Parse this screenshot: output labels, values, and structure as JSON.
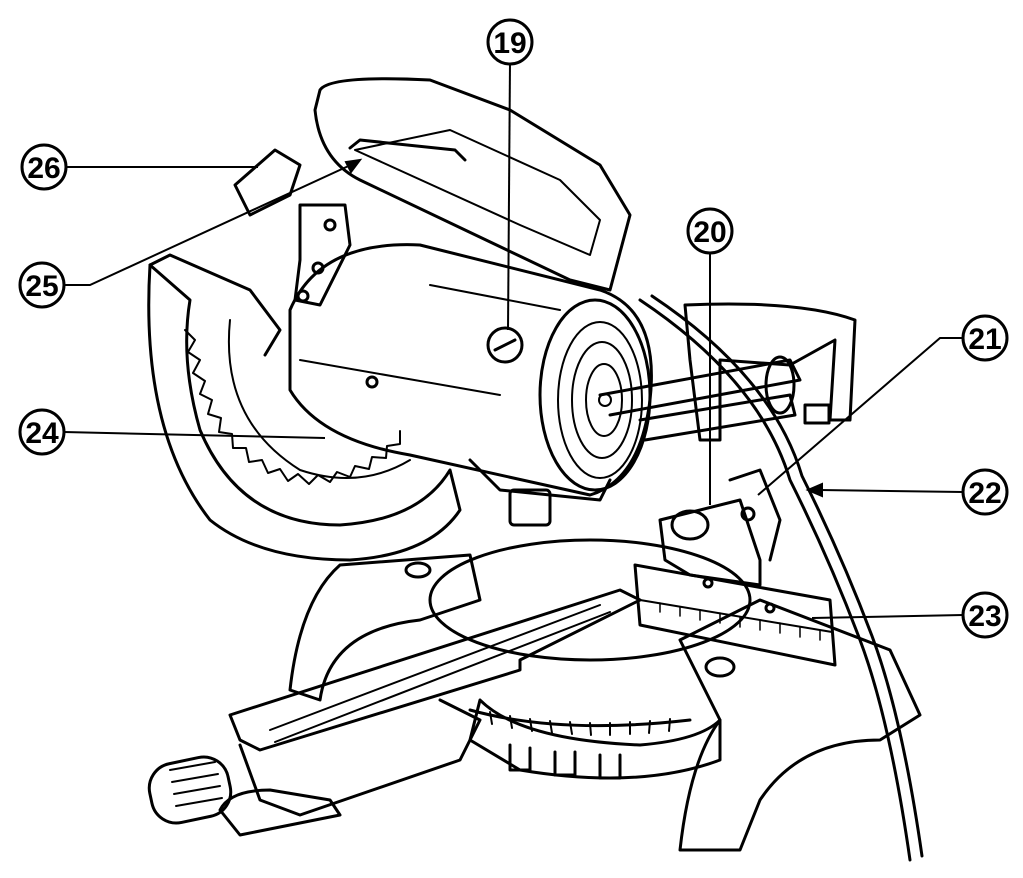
{
  "diagram": {
    "type": "exploded-parts-callout",
    "subject_icon": "miter-saw-icon",
    "line_color": "#000000",
    "background": "#ffffff",
    "callouts": [
      {
        "id": "c19",
        "label": "19"
      },
      {
        "id": "c20",
        "label": "20"
      },
      {
        "id": "c21",
        "label": "21"
      },
      {
        "id": "c22",
        "label": "22"
      },
      {
        "id": "c23",
        "label": "23"
      },
      {
        "id": "c24",
        "label": "24"
      },
      {
        "id": "c25",
        "label": "25"
      },
      {
        "id": "c26",
        "label": "26"
      }
    ]
  }
}
